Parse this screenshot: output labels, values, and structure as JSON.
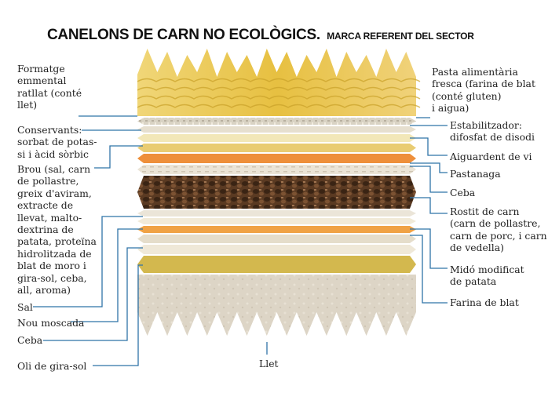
{
  "title": "CANELONS DE CARN NO ECOLÒGICS.",
  "subtitle": "MARCA REFERENT DEL SECTOR",
  "colors": {
    "leader_line": "#2f73a8",
    "pasta": "#e8c34a",
    "cheese": "#d8d2c2",
    "carrot": "#ee8f3a",
    "meat": "#5a3a22",
    "milk": "#ddd5c6",
    "wheat_flour": "#d3b84e"
  },
  "left_labels": [
    {
      "id": "formatge",
      "text": "Formatge\nemmental\nratllat (conté\nllet)"
    },
    {
      "id": "conservants",
      "text": "Conservants:\nsorbat de potas-\nsi i àcid sòrbic"
    },
    {
      "id": "brou",
      "text": "Brou (sal, carn\nde pollastre,\ngreix d'aviram,\nextracte de\nllevat, malto-\ndextrina de\npatata, proteïna\nhidrolitzada de\nblat de moro i\ngira-sol, ceba,\nall, aroma)"
    },
    {
      "id": "sal",
      "text": "Sal"
    },
    {
      "id": "nou",
      "text": "Nou moscada"
    },
    {
      "id": "ceba_l",
      "text": "Ceba"
    },
    {
      "id": "oli",
      "text": "Oli de gira-sol"
    }
  ],
  "right_labels": [
    {
      "id": "pasta",
      "text": "Pasta alimentària\nfresca (farina de blat\n(conté gluten)\ni aigua)"
    },
    {
      "id": "estab",
      "text": "Estabilitzador:\ndifosfat de disodi"
    },
    {
      "id": "aiguardent",
      "text": "Aiguardent de vi"
    },
    {
      "id": "pastanaga",
      "text": "Pastanaga"
    },
    {
      "id": "ceba_r",
      "text": "Ceba"
    },
    {
      "id": "rostit",
      "text": "Rostit de carn\n(carn de pollastre,\ncarn de porc, i carn\nde vedella)"
    },
    {
      "id": "mido",
      "text": "Midó modificat\nde patata"
    },
    {
      "id": "farina",
      "text": "Farina de blat"
    }
  ],
  "bottom_label": {
    "id": "llet",
    "text": "Llet"
  }
}
